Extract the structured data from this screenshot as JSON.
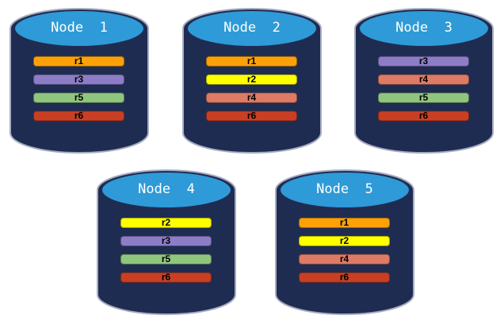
{
  "canvas": {
    "background": "#FFFFFF"
  },
  "colors": {
    "cylinder_body": "#1F2C52",
    "cylinder_top_ellipse": "#2E9AD7",
    "cylinder_outline": "#A6ADC2",
    "node_title_text": "#FFFFFF",
    "replica_label_text": "#000000"
  },
  "replica_colors": {
    "r1": "#FCA108",
    "r2": "#FFFF00",
    "r3": "#8C7DC6",
    "r4": "#DE7B65",
    "r5": "#90C57E",
    "r6": "#C83F24"
  },
  "nodes": [
    {
      "title": "Node  1",
      "replicas": [
        {
          "label": "r1",
          "color": "#FCA108"
        },
        {
          "label": "r3",
          "color": "#8C7DC6"
        },
        {
          "label": "r5",
          "color": "#90C57E"
        },
        {
          "label": "r6",
          "color": "#C83F24"
        }
      ]
    },
    {
      "title": "Node  2",
      "replicas": [
        {
          "label": "r1",
          "color": "#FCA108"
        },
        {
          "label": "r2",
          "color": "#FFFF00"
        },
        {
          "label": "r4",
          "color": "#DE7B65"
        },
        {
          "label": "r6",
          "color": "#C83F24"
        }
      ]
    },
    {
      "title": "Node  3",
      "replicas": [
        {
          "label": "r3",
          "color": "#8C7DC6"
        },
        {
          "label": "r4",
          "color": "#DE7B65"
        },
        {
          "label": "r5",
          "color": "#90C57E"
        },
        {
          "label": "r6",
          "color": "#C83F24"
        }
      ]
    },
    {
      "title": "Node  4",
      "replicas": [
        {
          "label": "r2",
          "color": "#FFFF00"
        },
        {
          "label": "r3",
          "color": "#8C7DC6"
        },
        {
          "label": "r5",
          "color": "#90C57E"
        },
        {
          "label": "r6",
          "color": "#C83F24"
        }
      ]
    },
    {
      "title": "Node  5",
      "replicas": [
        {
          "label": "r1",
          "color": "#FCA108"
        },
        {
          "label": "r2",
          "color": "#FFFF00"
        },
        {
          "label": "r4",
          "color": "#DE7B65"
        },
        {
          "label": "r6",
          "color": "#C83F24"
        }
      ]
    }
  ]
}
